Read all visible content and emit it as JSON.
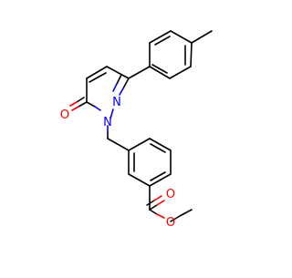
{
  "structure": {
    "bond_color": "#000000",
    "nitrogen_color": "#0000ff",
    "oxygen_color": "#ff0000",
    "atom_labels": {
      "n1": "N",
      "n2": "N",
      "o_ketone": "O",
      "o_carbonyl": "O",
      "o_ester": "O"
    }
  }
}
